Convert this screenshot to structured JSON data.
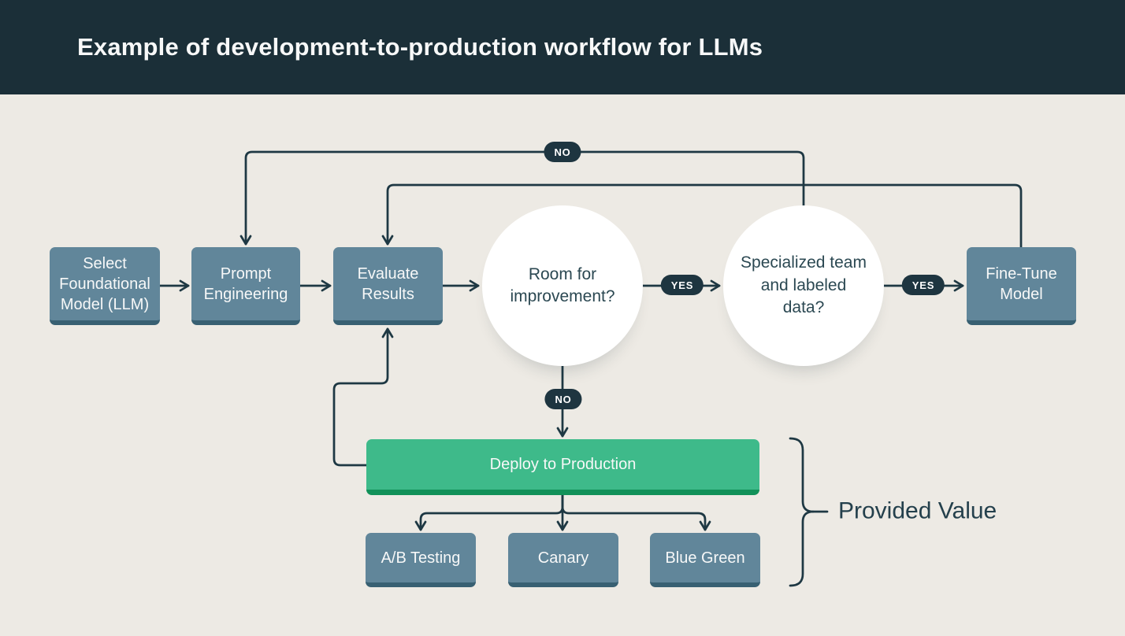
{
  "header": {
    "title": "Example of development-to-production workflow for LLMs"
  },
  "nodes": {
    "select_model": {
      "label": "Select Foundational Model (LLM)"
    },
    "prompt_engineering": {
      "label": "Prompt Engineering"
    },
    "evaluate_results": {
      "label": "Evaluate Results"
    },
    "room_for_improvement": {
      "label": "Room for improvement?"
    },
    "specialized_team": {
      "label": "Specialized team and labeled data?"
    },
    "fine_tune": {
      "label": "Fine-Tune Model"
    },
    "deploy": {
      "label": "Deploy to Production"
    },
    "ab_testing": {
      "label": "A/B Testing"
    },
    "canary": {
      "label": "Canary"
    },
    "blue_green": {
      "label": "Blue Green"
    }
  },
  "edge_labels": {
    "no_team_to_prompt": "NO",
    "yes_room_to_team": "YES",
    "yes_team_to_finetune": "YES",
    "no_room_to_deploy": "NO"
  },
  "annotation": {
    "provided_value": "Provided Value"
  },
  "colors": {
    "header_bg": "#1b2f38",
    "canvas_bg": "#edeae4",
    "node_fill": "#61869a",
    "node_edge": "#386072",
    "deploy_fill": "#3eba8a",
    "deploy_edge": "#129159",
    "circle_fill": "#ffffff",
    "connector": "#1e3843",
    "pill_bg": "#1e3540",
    "text_light": "#f7f8f8",
    "text_dark": "#2b4852"
  }
}
